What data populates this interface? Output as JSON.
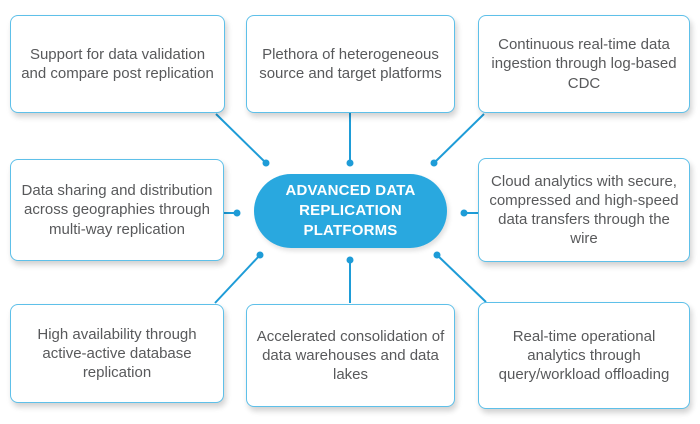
{
  "diagram": {
    "center": {
      "label": "ADVANCED DATA REPLICATION PLATFORMS",
      "line1": "ADVANCED DATA",
      "line2": "REPLICATION PLATFORMS"
    },
    "boxes": [
      {
        "id": "top-left",
        "text": "Support for data validation and compare post replication"
      },
      {
        "id": "top-center",
        "text": "Plethora of heterogeneous source and target platforms"
      },
      {
        "id": "top-right",
        "text": "Continuous real-time data ingestion through log-based CDC"
      },
      {
        "id": "middle-left",
        "text": "Data sharing and distribution across geographies through multi-way replication"
      },
      {
        "id": "middle-right",
        "text": "Cloud analytics with secure, compressed and high-speed data transfers through the wire"
      },
      {
        "id": "bottom-left",
        "text": "High availability through active-active database replication"
      },
      {
        "id": "bottom-center",
        "text": "Accelerated consolidation of data warehouses and data lakes"
      },
      {
        "id": "bottom-right",
        "text": "Real-time operational analytics through query/workload offloading"
      }
    ],
    "colors": {
      "accent": "#29a8df",
      "connector": "#1e9cd7",
      "box_border": "#5ec0e9",
      "box_text": "#58595b",
      "center_text": "#ffffff",
      "background": "#ffffff"
    }
  }
}
